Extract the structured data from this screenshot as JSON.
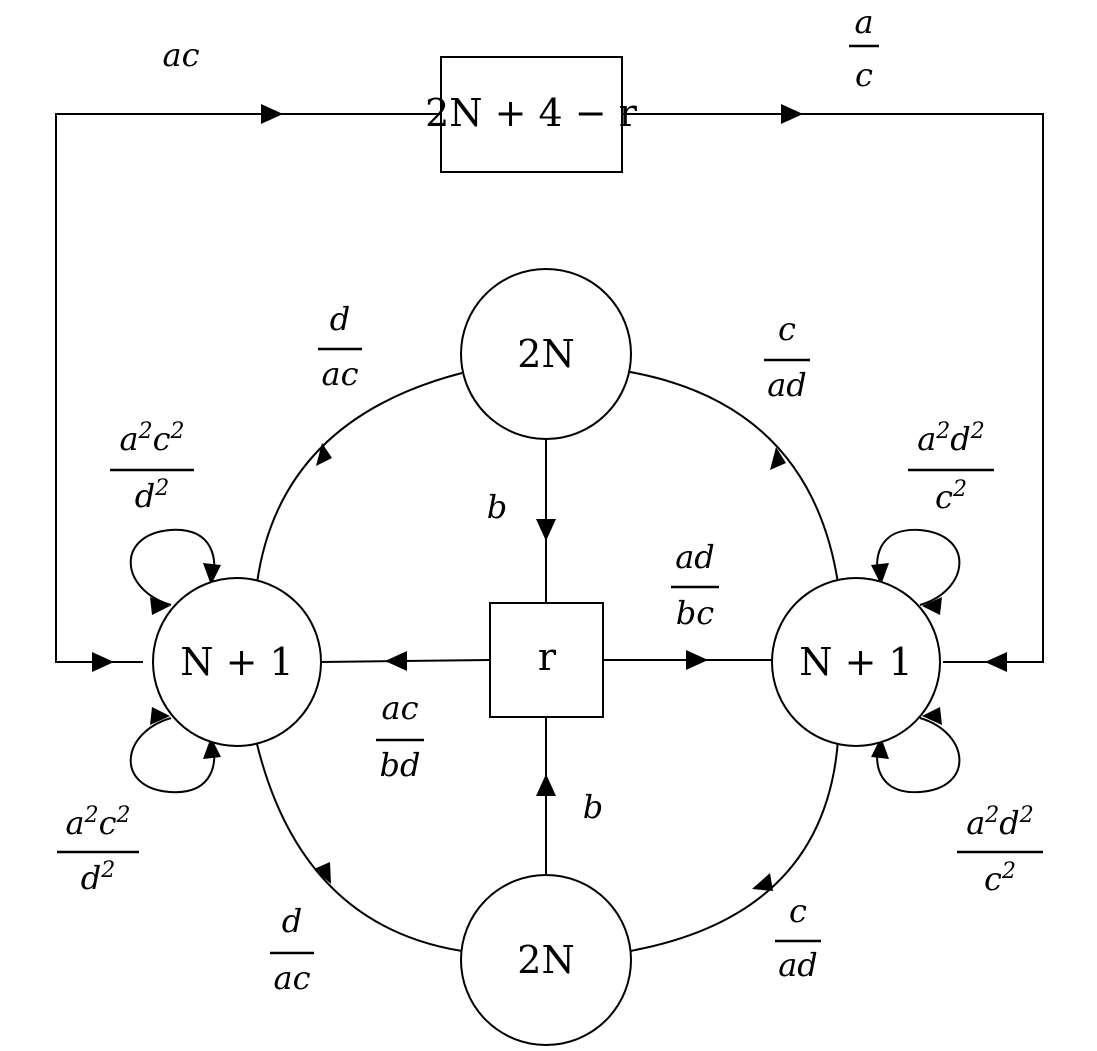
{
  "nodes": {
    "top_box": "2N + 4 − r",
    "center_box": "r",
    "top_circle": "2N",
    "bottom_circle": "2N",
    "left_circle": "N + 1",
    "right_circle": "N + 1"
  },
  "edge_labels": {
    "top_left_wire": "ac",
    "top_right_wire": {
      "num": "a",
      "den": "c"
    },
    "left_upper_arc": {
      "num": "d",
      "den": "ac"
    },
    "right_upper_arc": {
      "num": "c",
      "den": "ad"
    },
    "left_lower_arc": {
      "num": "d",
      "den": "ac"
    },
    "right_lower_arc": {
      "num": "c",
      "den": "ad"
    },
    "top_vertical": "b",
    "bottom_vertical": "b",
    "center_to_right": {
      "num": "ad",
      "den": "bc"
    },
    "center_to_left": {
      "num": "ac",
      "den": "bd"
    },
    "left_upper_loop": {
      "num_a": "a",
      "num_a_exp": "2",
      "num_b": "c",
      "num_b_exp": "2",
      "den": "d",
      "den_exp": "2"
    },
    "left_lower_loop": {
      "num_a": "a",
      "num_a_exp": "2",
      "num_b": "c",
      "num_b_exp": "2",
      "den": "d",
      "den_exp": "2"
    },
    "right_upper_loop": {
      "num_a": "a",
      "num_a_exp": "2",
      "num_b": "d",
      "num_b_exp": "2",
      "den": "c",
      "den_exp": "2"
    },
    "right_lower_loop": {
      "num_a": "a",
      "num_a_exp": "2",
      "num_b": "d",
      "num_b_exp": "2",
      "den": "c",
      "den_exp": "2"
    }
  }
}
